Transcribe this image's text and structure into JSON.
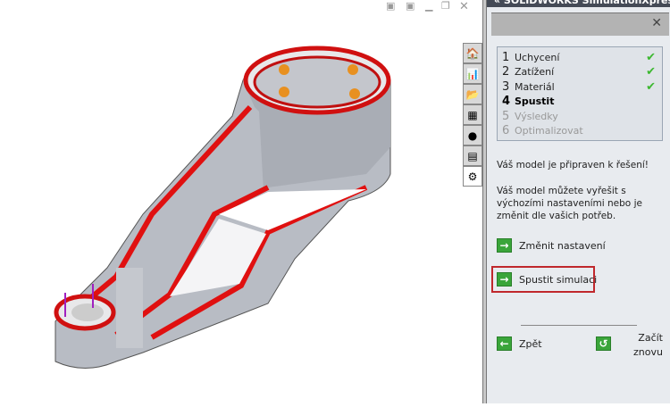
{
  "window": {
    "buttons": [
      "tile-left",
      "tile-right",
      "minimize",
      "restore",
      "close"
    ]
  },
  "tabs": [
    {
      "icon": "home-icon"
    },
    {
      "icon": "chart-icon"
    },
    {
      "icon": "folder-icon"
    },
    {
      "icon": "properties-icon"
    },
    {
      "icon": "appearance-icon"
    },
    {
      "icon": "scene-icon"
    },
    {
      "icon": "simulation-icon",
      "active": true
    }
  ],
  "panel": {
    "title": "« SOLIDWORKS SimulationXpress",
    "close": "✕",
    "steps": [
      {
        "num": "1",
        "label": "Uchycení",
        "state": "done"
      },
      {
        "num": "2",
        "label": "Zatížení",
        "state": "done"
      },
      {
        "num": "3",
        "label": "Materiál",
        "state": "done"
      },
      {
        "num": "4",
        "label": "Spustit",
        "state": "current"
      },
      {
        "num": "5",
        "label": "Výsledky",
        "state": "disabled"
      },
      {
        "num": "6",
        "label": "Optimalizovat",
        "state": "disabled"
      }
    ],
    "check": "✔",
    "ready_text": "Váš model je připraven k řešení!",
    "info_text": "Váš model můžete vyřešit s výchozími nastaveními nebo je změnit dle vašich potřeb.",
    "change_settings": "Změnit nastavení",
    "run_simulation": "Spustit simulaci",
    "back": "Zpět",
    "restart": "Začít znovu",
    "accent": "#c0282c"
  }
}
